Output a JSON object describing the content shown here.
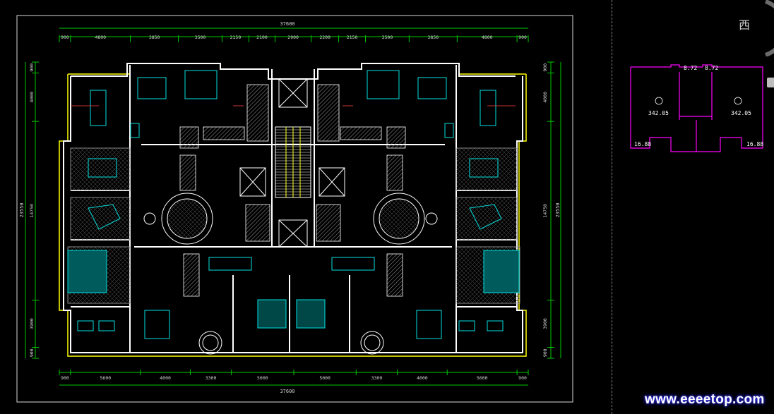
{
  "viewcube": {
    "label": "西"
  },
  "dimensions": {
    "top_total": "37600",
    "bottom_total": "37600",
    "left_total": "23550",
    "right_total": "23550",
    "left_mid": "14750",
    "right_mid": "14750",
    "top_segments": [
      "900",
      "4800",
      "3850",
      "3500",
      "2150",
      "2100",
      "2900",
      "2200",
      "2150",
      "3500",
      "3850",
      "4800",
      "900"
    ],
    "bottom_segments": [
      "900",
      "5600",
      "4000",
      "3300",
      "5000",
      "5000",
      "3300",
      "4000",
      "5600",
      "900"
    ],
    "left_segments": [
      "900",
      "4000",
      "14750",
      "3900",
      "900"
    ],
    "right_segments": [
      "900",
      "4000",
      "14750",
      "3900",
      "900"
    ]
  },
  "key_plan": {
    "top_left_label": "8.72",
    "top_right_label": "8.72",
    "area_left": "342.05",
    "area_right": "342.05",
    "bottom_left_label": "16.88",
    "bottom_right_label": "16.88"
  },
  "watermark": "www.eeeetop.com",
  "colors": {
    "background": "#000000",
    "dimension": "#00ff00",
    "wall": "#ffffff",
    "furniture": "#00e0e0",
    "outline": "#ffff00",
    "key_plan": "#ff00ff"
  }
}
